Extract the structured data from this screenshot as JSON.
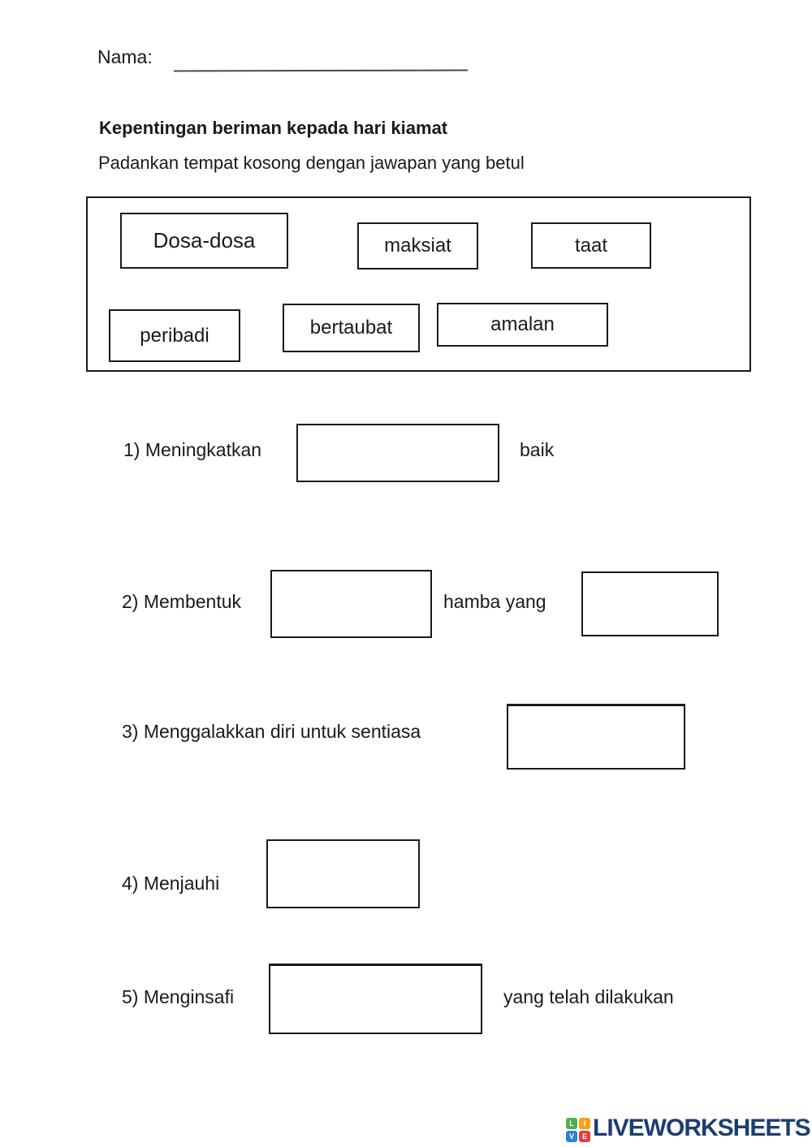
{
  "page": {
    "name_label": "Nama:",
    "title": "Kepentingan beriman kepada hari kiamat",
    "instruction": "Padankan tempat kosong dengan jawapan yang betul"
  },
  "word_bank": {
    "words": [
      {
        "label": "Dosa-dosa"
      },
      {
        "label": "maksiat"
      },
      {
        "label": "taat"
      },
      {
        "label": "peribadi"
      },
      {
        "label": "bertaubat"
      },
      {
        "label": "amalan"
      }
    ]
  },
  "questions": [
    {
      "prefix": "1) Meningkatkan",
      "suffix": "baik"
    },
    {
      "prefix": "2) Membentuk",
      "middle": "hamba yang"
    },
    {
      "prefix": "3) Menggalakkan diri untuk sentiasa"
    },
    {
      "prefix": "4) Menjauhi"
    },
    {
      "prefix": "5) Menginsafi",
      "suffix": "yang telah dilakukan"
    }
  ],
  "footer": {
    "brand": "LIVEWORKSHEETS",
    "tiles": [
      {
        "letter": "L",
        "color": "#4daf4e"
      },
      {
        "letter": "I",
        "color": "#f6a01a"
      },
      {
        "letter": "V",
        "color": "#2f7ed0"
      },
      {
        "letter": "E",
        "color": "#e23d3d"
      }
    ]
  }
}
